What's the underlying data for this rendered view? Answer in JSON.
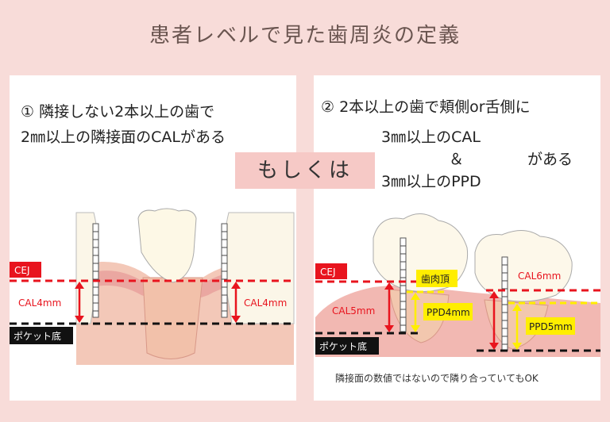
{
  "title": "患者レベルで見た歯周炎の定義",
  "left_panel": {
    "line1": "① 隣接しない2本以上の歯で",
    "line2": "2㎜以上の隣接面のCALがある",
    "cej_label": "CEJ",
    "pocket_label": "ポケット底",
    "cal_left": "CAL4mm",
    "cal_right": "CAL4mm"
  },
  "or_label": "もしくは",
  "right_panel": {
    "line1": "② 2本以上の歯で頬側or舌側に",
    "line2": "3㎜以上のCAL",
    "amp": "＆",
    "line3": "3㎜以上のPPD",
    "exists": "がある",
    "cej_label": "CEJ",
    "pocket_label": "ポケット底",
    "gum_label": "歯肉頂",
    "cal_a": "CAL5mm",
    "ppd_a": "PPD4mm",
    "cal_b": "CAL6mm",
    "ppd_b": "PPD5mm",
    "note": "隣接面の数値ではないので隣り合っていてもOK"
  },
  "colors": {
    "red": "#e8141e",
    "yellow": "#ffee00",
    "black": "#111111",
    "gum": "#efb3ad",
    "bone": "#f0c7b2"
  }
}
